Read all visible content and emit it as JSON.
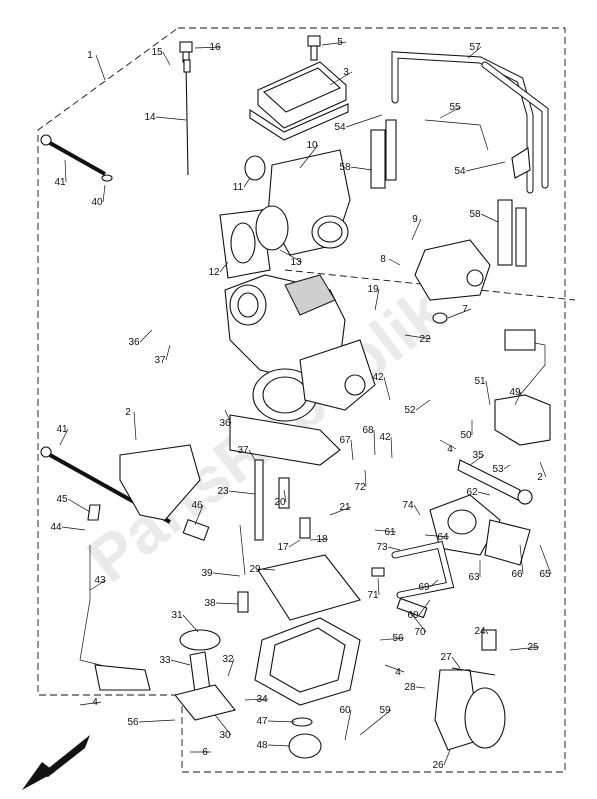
{
  "watermark": "PartsRepublik",
  "callouts": [
    "1",
    "2",
    "3",
    "4",
    "5",
    "6",
    "7",
    "8",
    "9",
    "10",
    "11",
    "12",
    "13",
    "14",
    "15",
    "16",
    "17",
    "18",
    "19",
    "20",
    "21",
    "22",
    "23",
    "24",
    "25",
    "26",
    "27",
    "28",
    "29",
    "30",
    "31",
    "32",
    "33",
    "34",
    "35",
    "36",
    "37",
    "38",
    "39",
    "40",
    "41",
    "42",
    "43",
    "44",
    "45",
    "46",
    "47",
    "48",
    "49",
    "50",
    "51",
    "52",
    "53",
    "54",
    "55",
    "56",
    "57",
    "58",
    "59",
    "60",
    "61",
    "62",
    "63",
    "64",
    "65",
    "66",
    "67",
    "68",
    "69",
    "70",
    "71",
    "72",
    "73",
    "74"
  ]
}
